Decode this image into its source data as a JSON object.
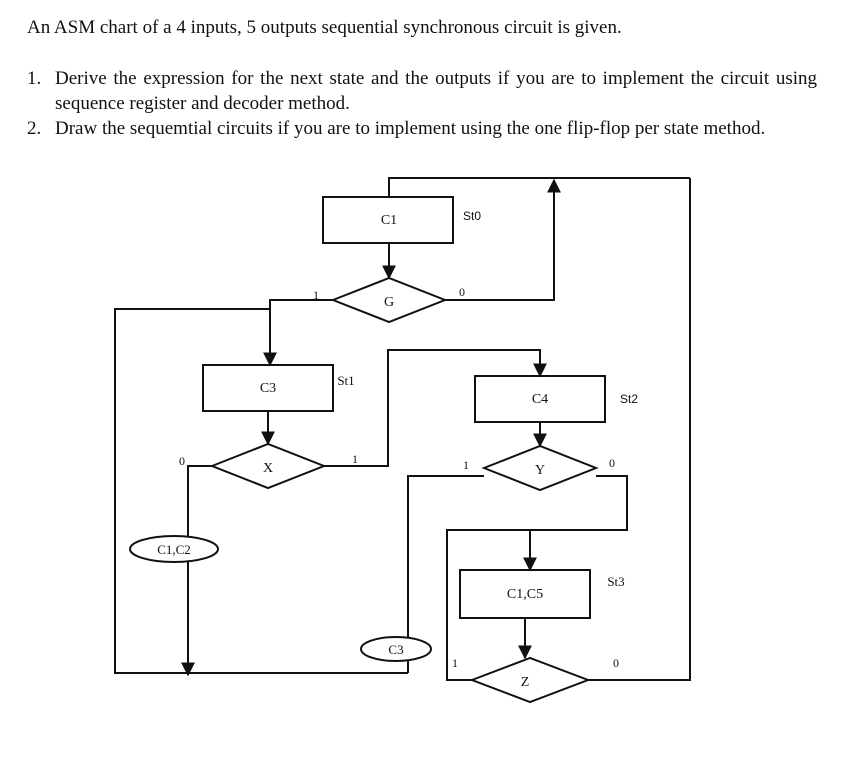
{
  "problem": {
    "title": "An ASM chart of a 4 inputs, 5 outputs sequential synchronous circuit is given.",
    "questions": [
      {
        "number": "1.",
        "text": "Derive the expression for the next state and  the outputs if you are to implement the circuit using sequence register and decoder method."
      },
      {
        "number": "2.",
        "text": "Draw the sequemtial circuits if you are to implement using the one flip-flop per state method."
      }
    ]
  },
  "asm_chart": {
    "states": [
      {
        "id": "st0",
        "output": "C1",
        "label": "St0"
      },
      {
        "id": "st1",
        "output": "C3",
        "label": "St1"
      },
      {
        "id": "st2",
        "output": "C4",
        "label": "St2"
      },
      {
        "id": "st3",
        "output": "C1,C5",
        "label": "St3"
      }
    ],
    "decisions": [
      {
        "id": "g",
        "input": "G",
        "true_label": "1",
        "false_label": "0"
      },
      {
        "id": "x",
        "input": "X",
        "true_label": "1",
        "false_label": "0"
      },
      {
        "id": "y",
        "input": "Y",
        "true_label": "1",
        "false_label": "0"
      },
      {
        "id": "z",
        "input": "Z",
        "true_label": "1",
        "false_label": "0"
      }
    ],
    "conditional_outputs": [
      {
        "id": "co-x",
        "output": "C1,C2"
      },
      {
        "id": "co-z",
        "output": "C3"
      }
    ]
  }
}
